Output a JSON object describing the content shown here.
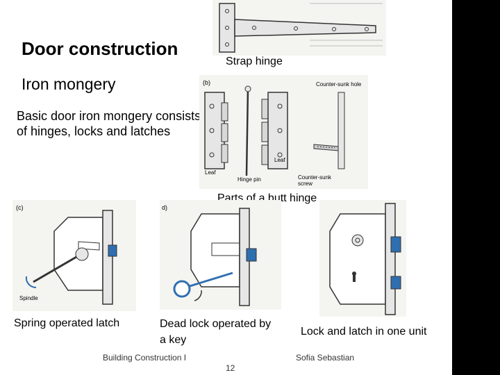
{
  "slide": {
    "title": "Door construction",
    "subtitle": "Iron mongery",
    "body": "Basic door iron mongery consists of hinges, locks and latches",
    "footer_left": "Building Construction I",
    "footer_right": "Sofia Sebastian",
    "page_number": "12"
  },
  "figures": {
    "strap_hinge": {
      "caption": "Strap hinge"
    },
    "butt_hinge": {
      "caption": "Parts of a butt hinge",
      "label_b": "(b)",
      "label_countersunk_hole": "Counter-sunk hole",
      "label_leaf_left": "Leaf",
      "label_hinge_pin": "Hinge pin",
      "label_leaf_right": "Leaf",
      "label_screw_1": "Counter-sunk",
      "label_screw_2": "screw"
    },
    "spring_latch": {
      "caption": "Spring operated latch",
      "label_c": "(c)",
      "label_spindle": "Spindle"
    },
    "dead_lock": {
      "caption_line1": "Dead lock operated by",
      "caption_line2": "a key",
      "label_d": "d)"
    },
    "lock_latch": {
      "caption": "Lock and latch in one unit"
    }
  },
  "colors": {
    "side_bar": "#000000",
    "figure_bg": "#f4f4f1",
    "line": "#333333",
    "metal_fill": "#e6e6e6",
    "accent_blue": "#2f6fb0"
  }
}
